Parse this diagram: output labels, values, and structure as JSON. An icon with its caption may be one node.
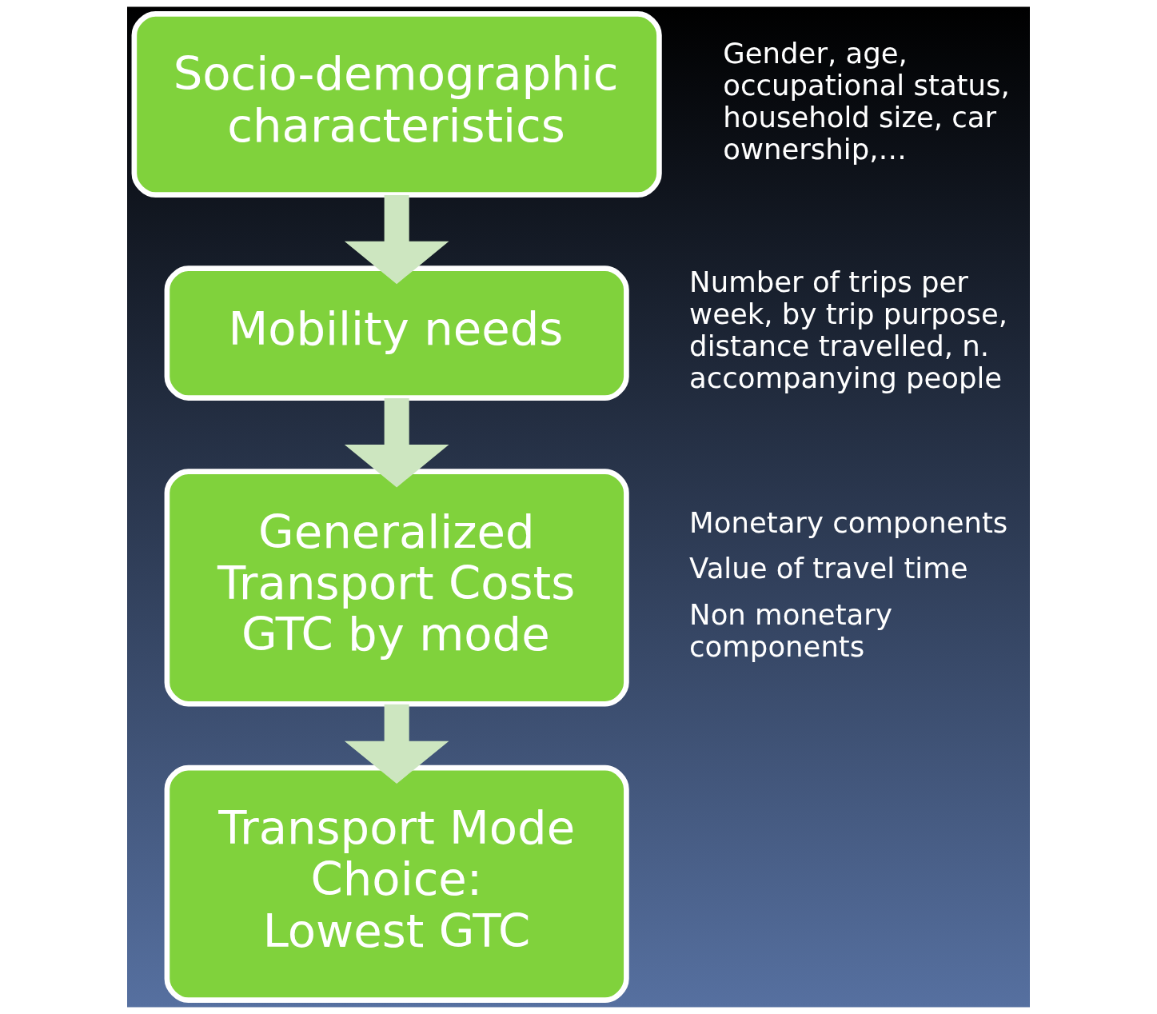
{
  "diagram": {
    "nodes": [
      {
        "text": [
          "Socio-demographic characteristics"
        ],
        "beside": [
          "Gender, age, occupational status, household size, car ownership,…"
        ]
      },
      {
        "text": [
          "Mobility needs"
        ],
        "beside": [
          "Number of trips per week, by trip purpose, distance travelled, n. accompanying people"
        ]
      },
      {
        "text": [
          "Generalized Transport Costs GTC by mode"
        ],
        "beside": [
          "Monetary components",
          "Value of travel time",
          "Non monetary components"
        ]
      },
      {
        "text": [
          "Transport Mode Choice:",
          "Lowest GTC"
        ]
      }
    ],
    "edges": [
      {
        "from": 0,
        "to": 1,
        "arrow": "to"
      },
      {
        "from": 1,
        "to": 2,
        "arrow": "to"
      },
      {
        "from": 2,
        "to": 3,
        "arrow": "to"
      }
    ]
  }
}
